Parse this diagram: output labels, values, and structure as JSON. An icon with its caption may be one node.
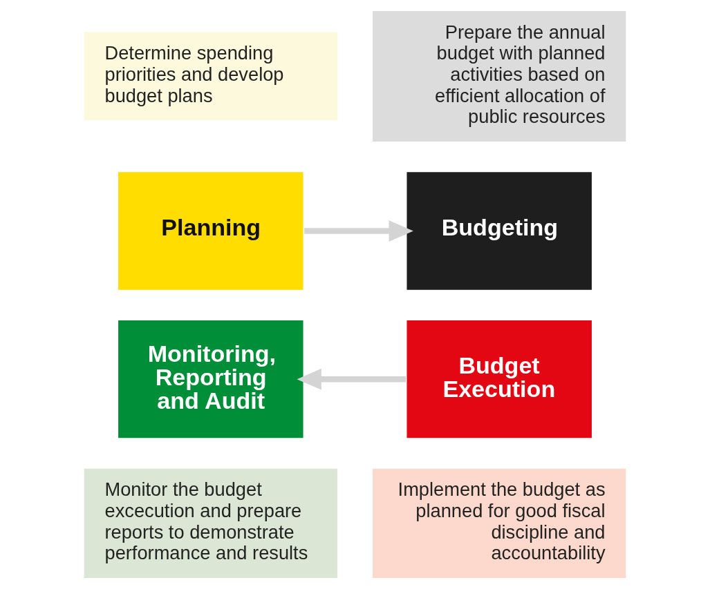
{
  "diagram": {
    "nodes": [
      {
        "text": [
          "Determine spending priorities and develop budget plans"
        ]
      },
      {
        "text": [
          "Prepare the annual budget with planned activities based on efficient allocation of public resources"
        ]
      },
      {
        "text": [
          "Planning"
        ]
      },
      {
        "text": [
          "Budgeting"
        ]
      },
      {
        "text": [
          "Monitoring, Reporting and Audit"
        ]
      },
      {
        "text": [
          "Budget Execution"
        ]
      },
      {
        "text": [
          "Monitor the budget excecution and prepare reports to demonstrate performance and results"
        ]
      },
      {
        "text": [
          "Implement the budget as planned for good fiscal discipline and accountability"
        ]
      }
    ],
    "edges": [
      {
        "from": 2,
        "to": 3,
        "arrow": "to"
      },
      {
        "from": 5,
        "to": 4,
        "arrow": "to"
      }
    ]
  }
}
